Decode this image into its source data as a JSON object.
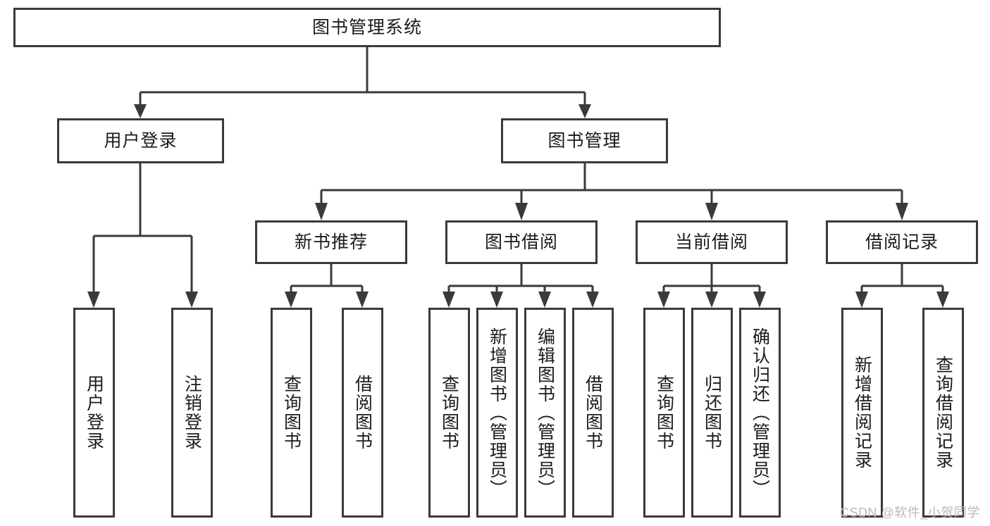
{
  "diagram": {
    "title": "图书管理系统",
    "type": "hierarchy-tree",
    "watermark": "CSDN @软件_小贺同学",
    "colors": {
      "stroke": "#3a3a3a",
      "box_fill": "#ffffff",
      "text": "#1b1b1b",
      "watermark": "#b9b9b9",
      "background": "#ffffff"
    },
    "levels": {
      "level1": "系统",
      "level2": "模块",
      "level3": "子模块",
      "level4": "功能"
    }
  },
  "nodes": {
    "root": {
      "label": "图书管理系统"
    },
    "level2": [
      {
        "id": "user-login",
        "label": "用户登录"
      },
      {
        "id": "book-manage",
        "label": "图书管理"
      }
    ],
    "level3": [
      {
        "id": "new-book-rec",
        "label": "新书推荐"
      },
      {
        "id": "book-borrow",
        "label": "图书借阅"
      },
      {
        "id": "current-borrow",
        "label": "当前借阅"
      },
      {
        "id": "borrow-record",
        "label": "借阅记录"
      }
    ],
    "leaves": {
      "user_login": [
        {
          "id": "leaf-user-login",
          "label": "用户登录"
        },
        {
          "id": "leaf-logout",
          "label": "注销登录"
        }
      ],
      "new_book_rec": [
        {
          "id": "leaf-query-book-1",
          "label": "查询图书"
        },
        {
          "id": "leaf-borrow-book-1",
          "label": "借阅图书"
        }
      ],
      "book_borrow": [
        {
          "id": "leaf-query-book-2",
          "label": "查询图书"
        },
        {
          "id": "leaf-add-book",
          "label": "新增图书（管理员）"
        },
        {
          "id": "leaf-edit-book",
          "label": "编辑图书（管理员）"
        },
        {
          "id": "leaf-borrow-book-2",
          "label": "借阅图书"
        }
      ],
      "current_borrow": [
        {
          "id": "leaf-query-book-3",
          "label": "查询图书"
        },
        {
          "id": "leaf-return-book",
          "label": "归还图书"
        },
        {
          "id": "leaf-confirm-return",
          "label": "确认归还（管理员）"
        }
      ],
      "borrow_record": [
        {
          "id": "leaf-add-record",
          "label": "新增借阅记录"
        },
        {
          "id": "leaf-query-record",
          "label": "查询借阅记录"
        }
      ]
    }
  }
}
